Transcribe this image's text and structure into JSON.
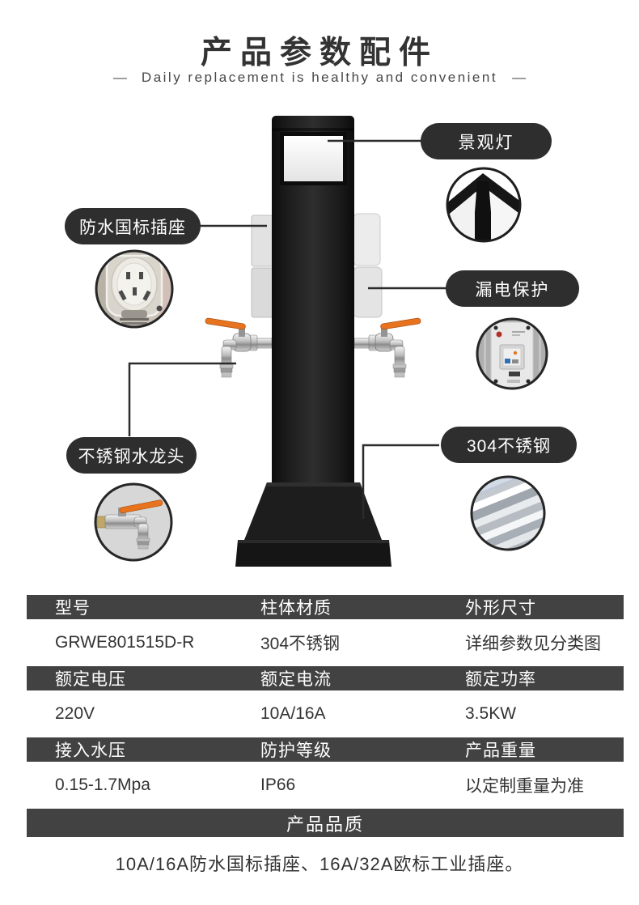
{
  "header": {
    "title": "产品参数配件",
    "dash": "—",
    "subtitle": "Daily replacement is healthy and convenient"
  },
  "callouts": {
    "landscape_light": "景观灯",
    "waterproof_socket": "防水国标插座",
    "leakage_protection": "漏电保护",
    "stainless_faucet": "不锈钢水龙头",
    "stainless_304": "304不锈钢"
  },
  "spec_table": {
    "rows": [
      {
        "headers": [
          "型号",
          "柱体材质",
          "外形尺寸"
        ],
        "values": [
          "GRWE801515D-R",
          "304不锈钢",
          "详细参数见分类图"
        ]
      },
      {
        "headers": [
          "额定电压",
          "额定电流",
          "额定功率"
        ],
        "values": [
          "220V",
          "10A/16A",
          "3.5KW"
        ]
      },
      {
        "headers": [
          "接入水压",
          "防护等级",
          "产品重量"
        ],
        "values": [
          "0.15-1.7Mpa",
          "IP66",
          "以定制重量为准"
        ]
      }
    ],
    "quality_bar": "产品品质",
    "quality_note": "10A/16A防水国标插座、16A/32A欧标工业插座。"
  },
  "colors": {
    "pill_bg": "#2e2e2e",
    "table_bar_bg": "#424242",
    "accent_orange": "#e8731f",
    "text": "#333333",
    "pillar_black": "#1c1c1c"
  }
}
